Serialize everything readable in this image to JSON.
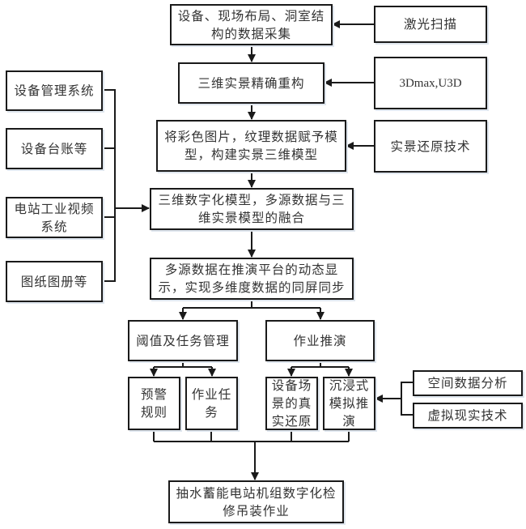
{
  "diagram": {
    "main_flow": [
      {
        "id": "data-collection",
        "text": "设备、现场布局、洞室结构的数据采集"
      },
      {
        "id": "reconstruction",
        "text": "三维实景精确重构"
      },
      {
        "id": "texture-model",
        "text": "将彩色图片，纹理数据赋予模型，构建实景三维模型"
      },
      {
        "id": "fusion",
        "text": "三维数字化模型，多源数据与三维实景模型的融合"
      },
      {
        "id": "dynamic-display",
        "text": "多源数据在推演平台的动态显示，实现多维度数据的同屏同步"
      }
    ],
    "right_inputs": [
      {
        "id": "laser-scan",
        "text": "激光扫描"
      },
      {
        "id": "3dmax",
        "text": "3Dmax,U3D"
      },
      {
        "id": "reality-restore",
        "text": "实景还原技术"
      }
    ],
    "left_inputs": [
      {
        "id": "equipment-mgmt",
        "text": "设备管理系统"
      },
      {
        "id": "equipment-ledger",
        "text": "设备台账等"
      },
      {
        "id": "video-system",
        "text": "电站工业视频系统"
      },
      {
        "id": "drawings",
        "text": "图纸图册等"
      }
    ],
    "branches": [
      {
        "id": "threshold-task",
        "text": "阈值及任务管理",
        "children": [
          {
            "id": "warning-rules",
            "text": "预警规则"
          },
          {
            "id": "work-tasks",
            "text": "作业任务"
          }
        ]
      },
      {
        "id": "operation-sim",
        "text": "作业推演",
        "children": [
          {
            "id": "scene-restore",
            "text": "设备场景的真实还原"
          },
          {
            "id": "immersive-sim",
            "text": "沉浸式模拟推演"
          }
        ]
      }
    ],
    "sim_inputs": [
      {
        "id": "spatial-analysis",
        "text": "空间数据分析"
      },
      {
        "id": "vr-tech",
        "text": "虚拟现实技术"
      }
    ],
    "final": {
      "id": "final-output",
      "text": "抽水蓄能电站机组数字化检修吊装作业"
    },
    "colors": {
      "line": "#1a1a1a",
      "text": "#333333",
      "shadow": "#dfe6ee"
    }
  }
}
